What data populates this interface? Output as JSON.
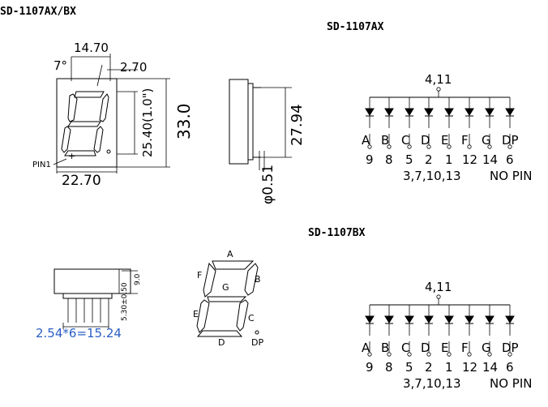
{
  "titles": {
    "main": "SD-1107AX/BX",
    "ax": "SD-1107AX",
    "bx": "SD-1107BX"
  },
  "dims": {
    "width": "14.70",
    "angle": "7°",
    "offset": "2.70",
    "digit_height": "25.40(1.0\")",
    "height": "33.0",
    "pin1": "PIN1",
    "base": "22.70",
    "side_height": "27.94",
    "pin_dia": "φ0.51",
    "pin_len": "9.0",
    "pin_spacing_v": "5.30±0.50",
    "pin_pitch": "2.54*6=15.24"
  },
  "segments": [
    "A",
    "B",
    "C",
    "D",
    "E",
    "F",
    "G",
    "DP"
  ],
  "circuit_ax": {
    "common": "4,11",
    "labels": [
      "A",
      "B",
      "C",
      "D",
      "E",
      "F",
      "G",
      "DP"
    ],
    "pins": [
      "9",
      "8",
      "5",
      "2",
      "1",
      "12",
      "14",
      "6"
    ],
    "nopin": "3,7,10,13",
    "nopin_label": "NO PIN"
  },
  "circuit_bx": {
    "common": "4,11",
    "labels": [
      "A",
      "B",
      "C",
      "D",
      "E",
      "F",
      "G",
      "DP"
    ],
    "pins": [
      "9",
      "8",
      "5",
      "2",
      "1",
      "12",
      "14",
      "6"
    ],
    "nopin": "3,7,10,13",
    "nopin_label": "NO PIN"
  }
}
